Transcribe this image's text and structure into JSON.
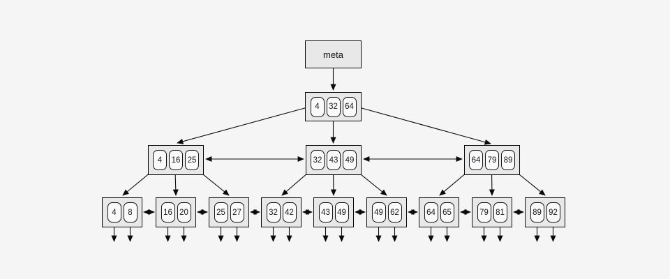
{
  "tree": {
    "meta_label": "meta",
    "root": {
      "keys": [
        "4",
        "32",
        "64"
      ]
    },
    "internal_nodes": [
      {
        "keys": [
          "4",
          "16",
          "25"
        ]
      },
      {
        "keys": [
          "32",
          "43",
          "49"
        ]
      },
      {
        "keys": [
          "64",
          "79",
          "89"
        ]
      }
    ],
    "leaf_nodes": [
      {
        "keys": [
          "4",
          "8"
        ]
      },
      {
        "keys": [
          "16",
          "20"
        ]
      },
      {
        "keys": [
          "25",
          "27"
        ]
      },
      {
        "keys": [
          "32",
          "42"
        ]
      },
      {
        "keys": [
          "43",
          "49"
        ]
      },
      {
        "keys": [
          "49",
          "62"
        ]
      },
      {
        "keys": [
          "64",
          "65"
        ]
      },
      {
        "keys": [
          "79",
          "81"
        ]
      },
      {
        "keys": [
          "89",
          "92"
        ]
      }
    ],
    "colors": {
      "background": "#f5f5f5",
      "node_fill": "#e8e8e8",
      "cell_fill": "#fafafa",
      "stroke": "#0a0a0a"
    }
  }
}
